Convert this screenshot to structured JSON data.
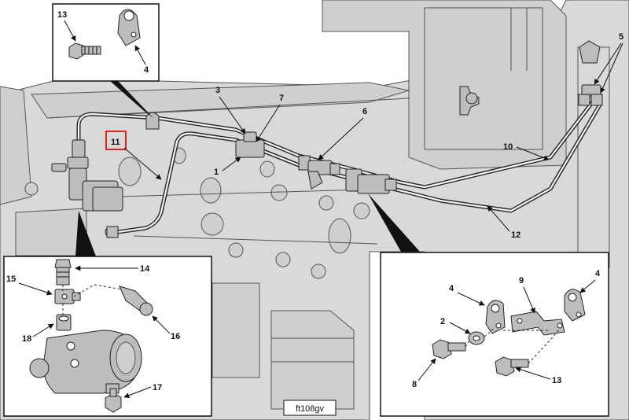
{
  "figure": {
    "id_label": "ft108gv",
    "highlight_color": "#e0201b"
  },
  "callouts": {
    "c1": "1",
    "c2": "2",
    "c3": "3",
    "c4a": "4",
    "c4b": "4",
    "c4c": "4",
    "c5": "5",
    "c6": "6",
    "c7": "7",
    "c8": "8",
    "c9": "9",
    "c10": "10",
    "c11": "11",
    "c12": "12",
    "c13a": "13",
    "c13b": "13",
    "c14": "14",
    "c15": "15",
    "c16": "16",
    "c17": "17",
    "c18": "18"
  }
}
